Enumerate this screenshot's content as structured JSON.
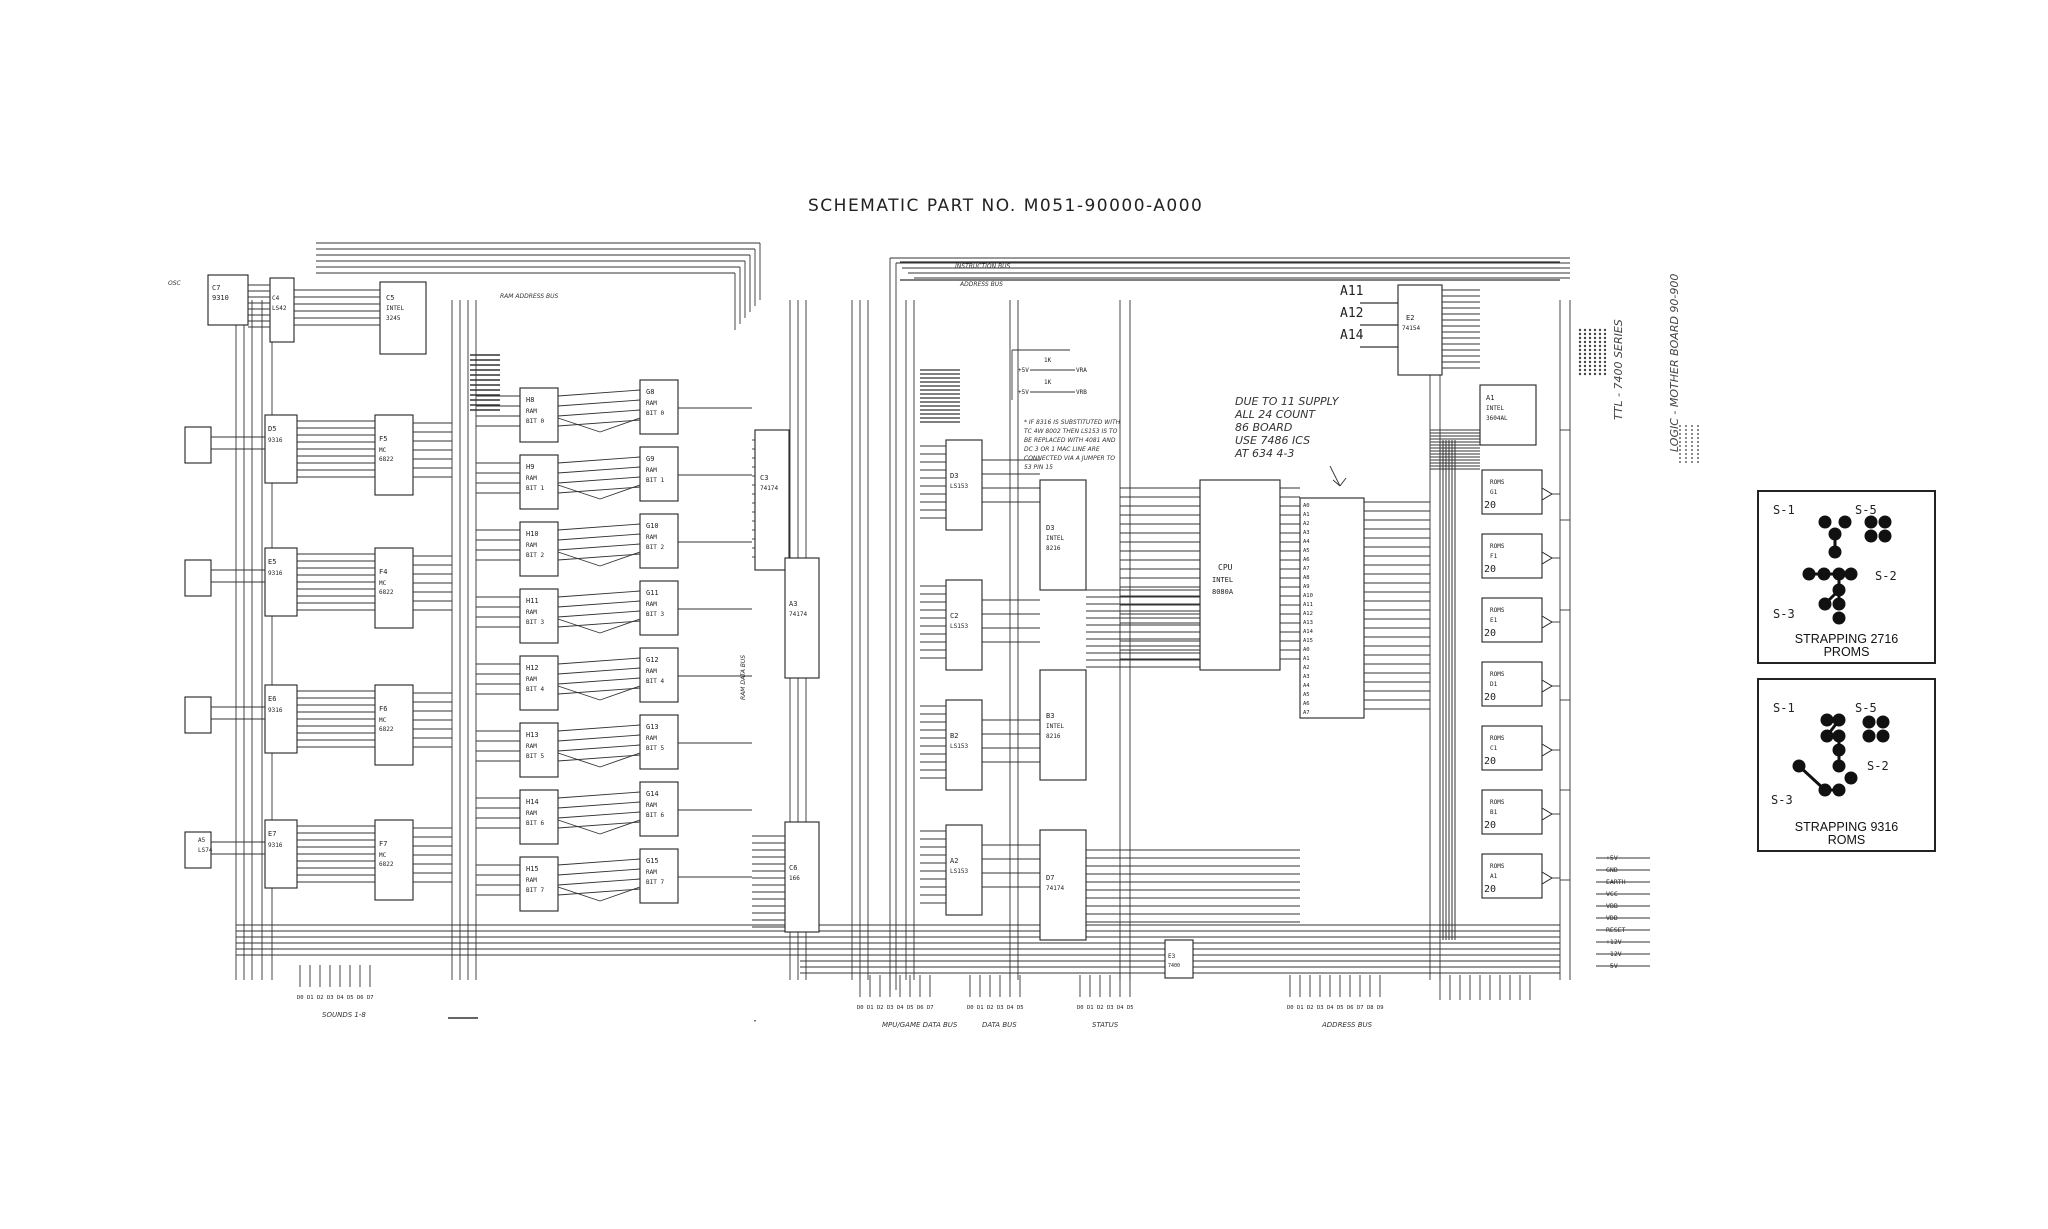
{
  "title": "SCHEMATIC PART NO. M051-90000-A000",
  "bus_labels": {
    "instruction_bus": "INSTRUCTION BUS",
    "address_bus_top": "ADDRESS BUS",
    "ram_address_bus": "RAM ADDRESS BUS",
    "ram_data_bus": "RAM DATA BUS",
    "data_bus": "DATA BUS",
    "status": "STATUS",
    "address_bus": "ADDRESS BUS",
    "sounds": "SOUNDS 1-8",
    "game_data_bus": "MPU/GAME DATA BUS"
  },
  "address_lines": [
    "A11",
    "A12",
    "A14"
  ],
  "chips": [
    {
      "ref": "C7",
      "part": "9310"
    },
    {
      "ref": "C4",
      "part": "LS42"
    },
    {
      "ref": "C5",
      "part": "INTEL 3245"
    },
    {
      "ref": "D5",
      "part": "9316"
    },
    {
      "ref": "F5",
      "part": "MC6822"
    },
    {
      "ref": "E5",
      "part": "9316"
    },
    {
      "ref": "F4",
      "part": "MC6822"
    },
    {
      "ref": "E6",
      "part": "9316"
    },
    {
      "ref": "F6",
      "part": "MC6822"
    },
    {
      "ref": "A5",
      "part": "LS74"
    },
    {
      "ref": "E7",
      "part": "9316"
    },
    {
      "ref": "F7",
      "part": "MC6822"
    },
    {
      "ref": "H8",
      "part": "RAM BIT 0"
    },
    {
      "ref": "H9",
      "part": "RAM BIT 1"
    },
    {
      "ref": "H10",
      "part": "RAM BIT 2"
    },
    {
      "ref": "H11",
      "part": "RAM BIT 3"
    },
    {
      "ref": "H12",
      "part": "RAM BIT 4"
    },
    {
      "ref": "H13",
      "part": "RAM BIT 5"
    },
    {
      "ref": "H14",
      "part": "RAM BIT 6"
    },
    {
      "ref": "H15",
      "part": "RAM BIT 7"
    },
    {
      "ref": "G8",
      "part": "RAM BIT 0"
    },
    {
      "ref": "G9",
      "part": "RAM BIT 1"
    },
    {
      "ref": "G10",
      "part": "RAM BIT 2"
    },
    {
      "ref": "G11",
      "part": "RAM BIT 3"
    },
    {
      "ref": "G12",
      "part": "RAM BIT 4"
    },
    {
      "ref": "G13",
      "part": "RAM BIT 5"
    },
    {
      "ref": "G14",
      "part": "RAM BIT 6"
    },
    {
      "ref": "G15",
      "part": "RAM BIT 7"
    },
    {
      "ref": "C3",
      "part": "74174"
    },
    {
      "ref": "A3",
      "part": "74174"
    },
    {
      "ref": "C6",
      "part": "166"
    },
    {
      "ref": "D3",
      "part": "LS153"
    },
    {
      "ref": "C2",
      "part": "LS153"
    },
    {
      "ref": "B2",
      "part": "LS153"
    },
    {
      "ref": "A2",
      "part": "LS153"
    },
    {
      "ref": "D3",
      "part": "INTEL 8216"
    },
    {
      "ref": "B3",
      "part": "INTEL 8216"
    },
    {
      "ref": "D7",
      "part": "74174"
    },
    {
      "ref": "CPU",
      "part": "INTEL 8080A"
    },
    {
      "ref": "E2",
      "part": "74154"
    },
    {
      "ref": "E3",
      "part": "7400"
    },
    {
      "ref": "A1",
      "part": "INTEL 3604AL"
    },
    {
      "ref": "F1",
      "part": "ROMS"
    },
    {
      "ref": "E1",
      "part": "ROMS"
    },
    {
      "ref": "D1",
      "part": "ROMS"
    },
    {
      "ref": "C1",
      "part": "ROMS"
    },
    {
      "ref": "B1",
      "part": "ROMS"
    },
    {
      "ref": "A1",
      "part": "ROMS"
    }
  ],
  "note_top": "* IF 8316 IS SUBSTITUTED WITH TC 4W 8002 THEN LS153 IS TO BE REPLACED WITH 4081 AND DC 3 OR 1 MAC LINE ARE CONNECTED VIA A JUMPER TO 53 PIN 15",
  "note_handwritten": "DUE TO 11 SUPPLY ALL 24 COUNT 86 BOARD USE 7486 ICS AT 634 4-3",
  "side_note_1": "TTL - 7400 SERIES",
  "side_note_2": "LOGIC - MOTHER BOARD 90-900",
  "power_connector": [
    "+5V",
    "GND",
    "EARTH",
    "VCC",
    "VBB",
    "VDD",
    "RESET",
    "+12V",
    "-12V",
    "-5V"
  ],
  "strapping_panels": [
    {
      "caption_1": "STRAPPING 2716",
      "caption_2": "PROMS",
      "labels": [
        "S-1",
        "S-5",
        "S-2",
        "S-3"
      ]
    },
    {
      "caption_1": "STRAPPING 9316",
      "caption_2": "ROMS",
      "labels": [
        "S-1",
        "S-5",
        "S-2",
        "S-3"
      ]
    }
  ],
  "pin_label": "20"
}
